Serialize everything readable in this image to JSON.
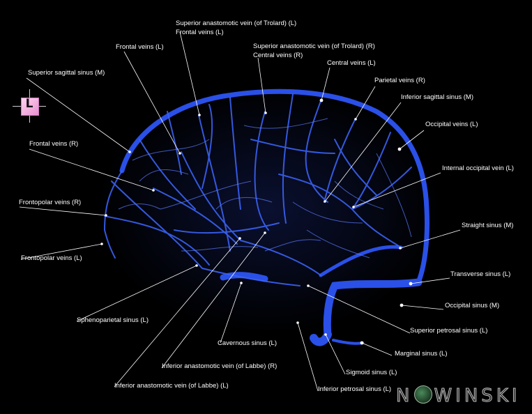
{
  "labels": [
    "Superior anastomotic vein (of Trolard) (L)",
    "Frontal veins (L)",
    "Frontal veins (L)",
    "Superior anastomotic vein (of Trolard) (R)",
    "Central veins (R)",
    "Central veins (L)",
    "Superior sagittal sinus (M)",
    "Parietal veins (R)",
    "Inferior sagittal sinus (M)",
    "Occipital veins (L)",
    "Frontal veins (R)",
    "Internal occipital vein (L)",
    "Frontopolar veins (R)",
    "Straight sinus (M)",
    "Frontopolar veins (L)",
    "Transverse sinus (L)",
    "Occipital sinus (M)",
    "Sphenoparietal sinus (L)",
    "Superior petrosal sinus (L)",
    "Cavernous sinus (L)",
    "Marginal sinus (L)",
    "Inferior anastomotic vein (of Labbe) (R)",
    "Sigmoid sinus (L)",
    "Inferior anastomotic vein (of Labbe) (L)",
    "Inferior petrosal sinus (L)"
  ],
  "orientation": {
    "letter": "L"
  },
  "logo": {
    "text_a": "N",
    "text_b": "W",
    "text_c": "INSKI"
  },
  "colors": {
    "vessel": "#2a50e8",
    "vessel_light": "#5a7cff",
    "background": "#000000",
    "leader": "#ffffff"
  }
}
